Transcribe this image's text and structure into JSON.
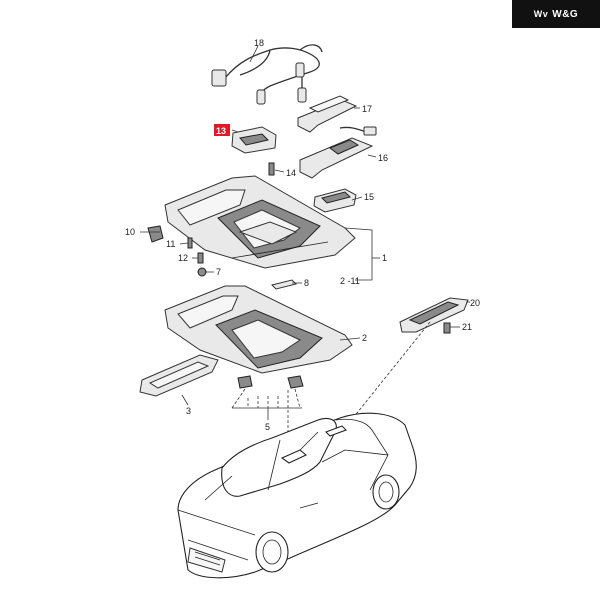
{
  "brand": {
    "mark": "Wv",
    "text": "W&G"
  },
  "highlight_color": "#e01b24",
  "callouts": {
    "c1": "1",
    "c2": "2",
    "c2_11": "2 -11",
    "c3": "3",
    "c5": "5",
    "c7": "7",
    "c8": "8",
    "c10": "10",
    "c11": "11",
    "c12": "12",
    "c13": "13",
    "c14": "14",
    "c15": "15",
    "c16": "16",
    "c17": "17",
    "c18": "18",
    "c20": "20",
    "c21": "21"
  }
}
